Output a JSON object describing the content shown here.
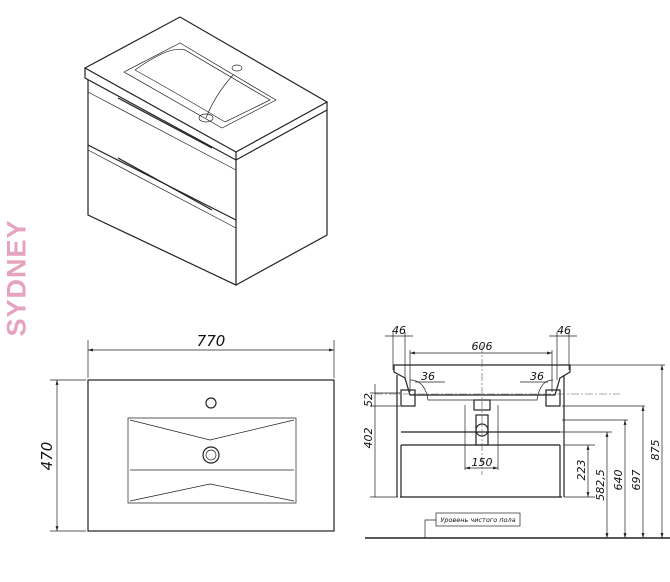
{
  "brand": {
    "name": "SYDNEY",
    "color": "#e6a3c0"
  },
  "plan_view": {
    "width_dim": "770",
    "depth_dim": "470"
  },
  "front_view": {
    "dims": {
      "side_left": "46",
      "side_right": "46",
      "inner_width": "606",
      "offset_left": "36",
      "offset_right": "36",
      "bowl": "52",
      "cabinet_height": "402",
      "siphon": "150",
      "d223": "223",
      "d582": "582,5",
      "d640": "640",
      "d697": "697",
      "d875": "875"
    },
    "floor_label": "Уровень чистого пола"
  }
}
